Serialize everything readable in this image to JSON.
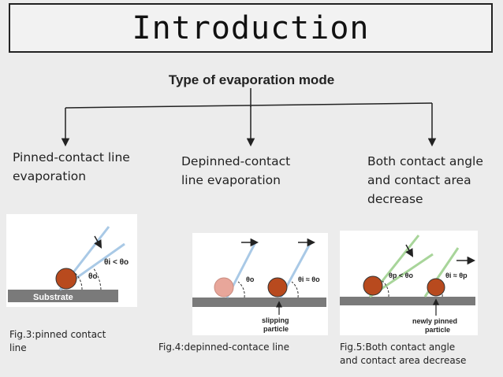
{
  "title": "Introduction",
  "heading": "Type of evaporation mode",
  "modes": [
    {
      "line1": "Pinned-contact line",
      "line2": "evaporation",
      "line3": ""
    },
    {
      "line1": "Depinned-contact",
      "line2": "line evaporation",
      "line3": ""
    },
    {
      "line1": "Both contact angle",
      "line2": "and contact area",
      "line3": "decrease"
    }
  ],
  "figures": [
    {
      "caption_line1": "Fig.3:pinned contact",
      "caption_line2": "line",
      "labels": {
        "substrate": "Substrate",
        "theta_o": "θo",
        "relation": "θi < θo"
      }
    },
    {
      "caption_line1": "Fig.4:depinned-contace line",
      "caption_line2": "",
      "labels": {
        "theta_o": "θo",
        "relation": "θi ≈ θo",
        "particle1": "slipping",
        "particle2": "particle"
      }
    },
    {
      "caption_line1": "Fig.5:Both contact angle",
      "caption_line2": "and contact area decrease",
      "labels": {
        "relation1": "θp < θo",
        "relation2": "θi ≈ θp",
        "particle1": "newly pinned",
        "particle2": "particle"
      }
    }
  ],
  "colors": {
    "particle": "#b84a1e",
    "substrate": "#7a7a7a",
    "pinned_line": "#a9c9e6",
    "green_line": "#a8d59a"
  }
}
